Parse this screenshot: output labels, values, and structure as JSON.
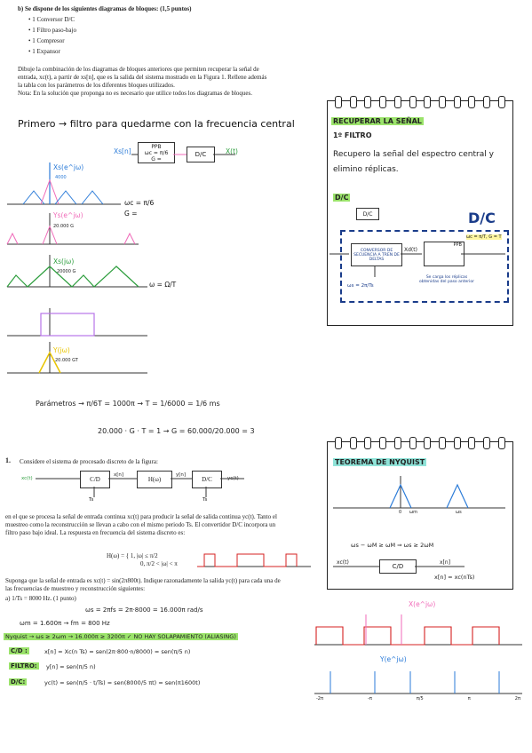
{
  "exercise_b": {
    "heading": "b) Se dispone de los siguientes diagramas de bloques:",
    "points": "(1,5 puntos)",
    "items": [
      "1 Conversor D/C",
      "1 Filtro paso-bajo",
      "1 Compresor",
      "1 Expansor"
    ],
    "instruction_1": "Dibuje la combinación de los diagramas de bloques anteriores que permiten recuperar la señal de",
    "instruction_2": "entrada, xc(t), a partir de xs[n], que es la salida del sistema mostrado en la Figura 1. Rellene además",
    "instruction_3": "la tabla con los parámetros de los diferentes bloques utilizados.",
    "note": "Nota: En la solución que proponga no es necesario que utilice todos los diagramas de bloques."
  },
  "handwritten_top": {
    "line1": "Primero → filtro para quedarme con la frecuencia central",
    "filter_in": "Xs[n]",
    "filter_block": "PPB",
    "filter_params_1": "ωc = π/6",
    "filter_params_2": "G =",
    "dc_block": "D/C",
    "out": "X(t)",
    "graph1_label": "Xs(e^jω)",
    "graph1_amp": "4000",
    "wc_note": "ωc = π/6",
    "g_note": "G =",
    "graph2_label": "Ys(e^jω)",
    "graph2_amp": "20.000 G",
    "graph3_label": "Xs(jω)",
    "graph3_amp": "20000 G",
    "w_relation": "ω = Ω/T",
    "graph4_label": "",
    "graph5_label": "Y(jω)",
    "graph5_amp": "20.000 GT",
    "params_line": "Parámetros → π/6T = 1000π → T = 1/6000 = 1/6 ms",
    "g_line": "20.000 · G · T = 1 → G = 60.000/20.000 = 3"
  },
  "card1": {
    "title": "RECUPERAR LA SEÑAL",
    "step": "1º FILTRO",
    "text": "Recupero la señal del espectro central y elimino réplicas.",
    "dc_label": "D/C",
    "dc_block": "D/C",
    "big_dc": "D/C",
    "inner_block": "CONVERSOR DE SECUENCIA A TREN DE DELTAS",
    "xd_label": "Xd(t)",
    "ppb": "PPB",
    "params": "ωc = π/T, G = T",
    "t_label": "ωs = 2π/Ts",
    "note": "Se carga los réplicas obtenidas del paso anterior"
  },
  "exercise_1": {
    "number": "1.",
    "intro": "Considere el sistema de procesado discreto de la figura:",
    "blocks": [
      "C/D",
      "H(ω)",
      "D/C"
    ],
    "signals": [
      "xc(t)",
      "x[n]",
      "y[n]",
      "yc(t)"
    ],
    "ts": "Ts",
    "body_1": "en el que se procesa la señal de entrada continua xc(t) para producir la señal de salida continua yc(t). Tanto el",
    "body_2": "muestreo como la reconstrucción se llevan a cabo con el mismo periodo Ts. El convertidor D/C incorpora un",
    "body_3": "filtro paso bajo ideal. La respuesta en frecuencia del sistema discreto es:",
    "h_def_1": "H(ω) = { 1,  |ω| ≤ π/2",
    "h_def_2": "0,  π/2 < |ω| < π",
    "suppose_1": "Suponga que la señal de entrada es xc(t) = sin(2π800t). Indique razonadamente la salida yc(t) para cada una de",
    "suppose_2": "las frecuencias de muestreo y reconstrucción siguientes:",
    "part_a": "a) 1/Ts = 8000 Hz. (1 punto)"
  },
  "handwritten_bottom": {
    "ws": "ωs = 2πfs = 2π·8000 = 16.000π rad/s",
    "wm": "ωm = 1.600π → fm = 800 Hz",
    "nyquist": "Nyquist → ωs ≥ 2ωm → 16.000π ≥ 3200π ✓ NO HAY SOLAPAMIENTO (ALIASING)",
    "cd_label": "C/D :",
    "cd_eq": "x[n] = Xc(n Ts) = sen(2π·800·n/8000) = sen(π/5 n)",
    "filtro_label": "FILTRO:",
    "filtro_eq": "y[n] = sen(π/5 n)",
    "dc_label": "D/C:",
    "dc_eq": "yc(t) = sen(π/5 · t/Ts) = sen(8000/5 πt) = sen(π1600t)"
  },
  "card2": {
    "title": "TEOREMA DE NYQUIST",
    "cond": "ωs − ωM ≥ ωM ⇒ ωs ≥ 2ωM",
    "cd_in": "xc(t)",
    "cd_block": "C/D",
    "cd_out": "x[n]",
    "sample_eq": "x[n] = xc(nTs)",
    "axis_labels": [
      "0",
      "ωm",
      "ωs"
    ]
  },
  "right_bottom": {
    "x_label": "X(e^jω)",
    "y_label": "Y(e^jω)",
    "ticks": [
      "-2π",
      "-π",
      "π/5",
      "π",
      "2π"
    ]
  },
  "colors": {
    "pink": "#f06ab8",
    "blue": "#2b7bd8",
    "green": "#2e9e3e",
    "red": "#d62020",
    "yellow": "#e8c400",
    "violet": "#b874e8"
  }
}
